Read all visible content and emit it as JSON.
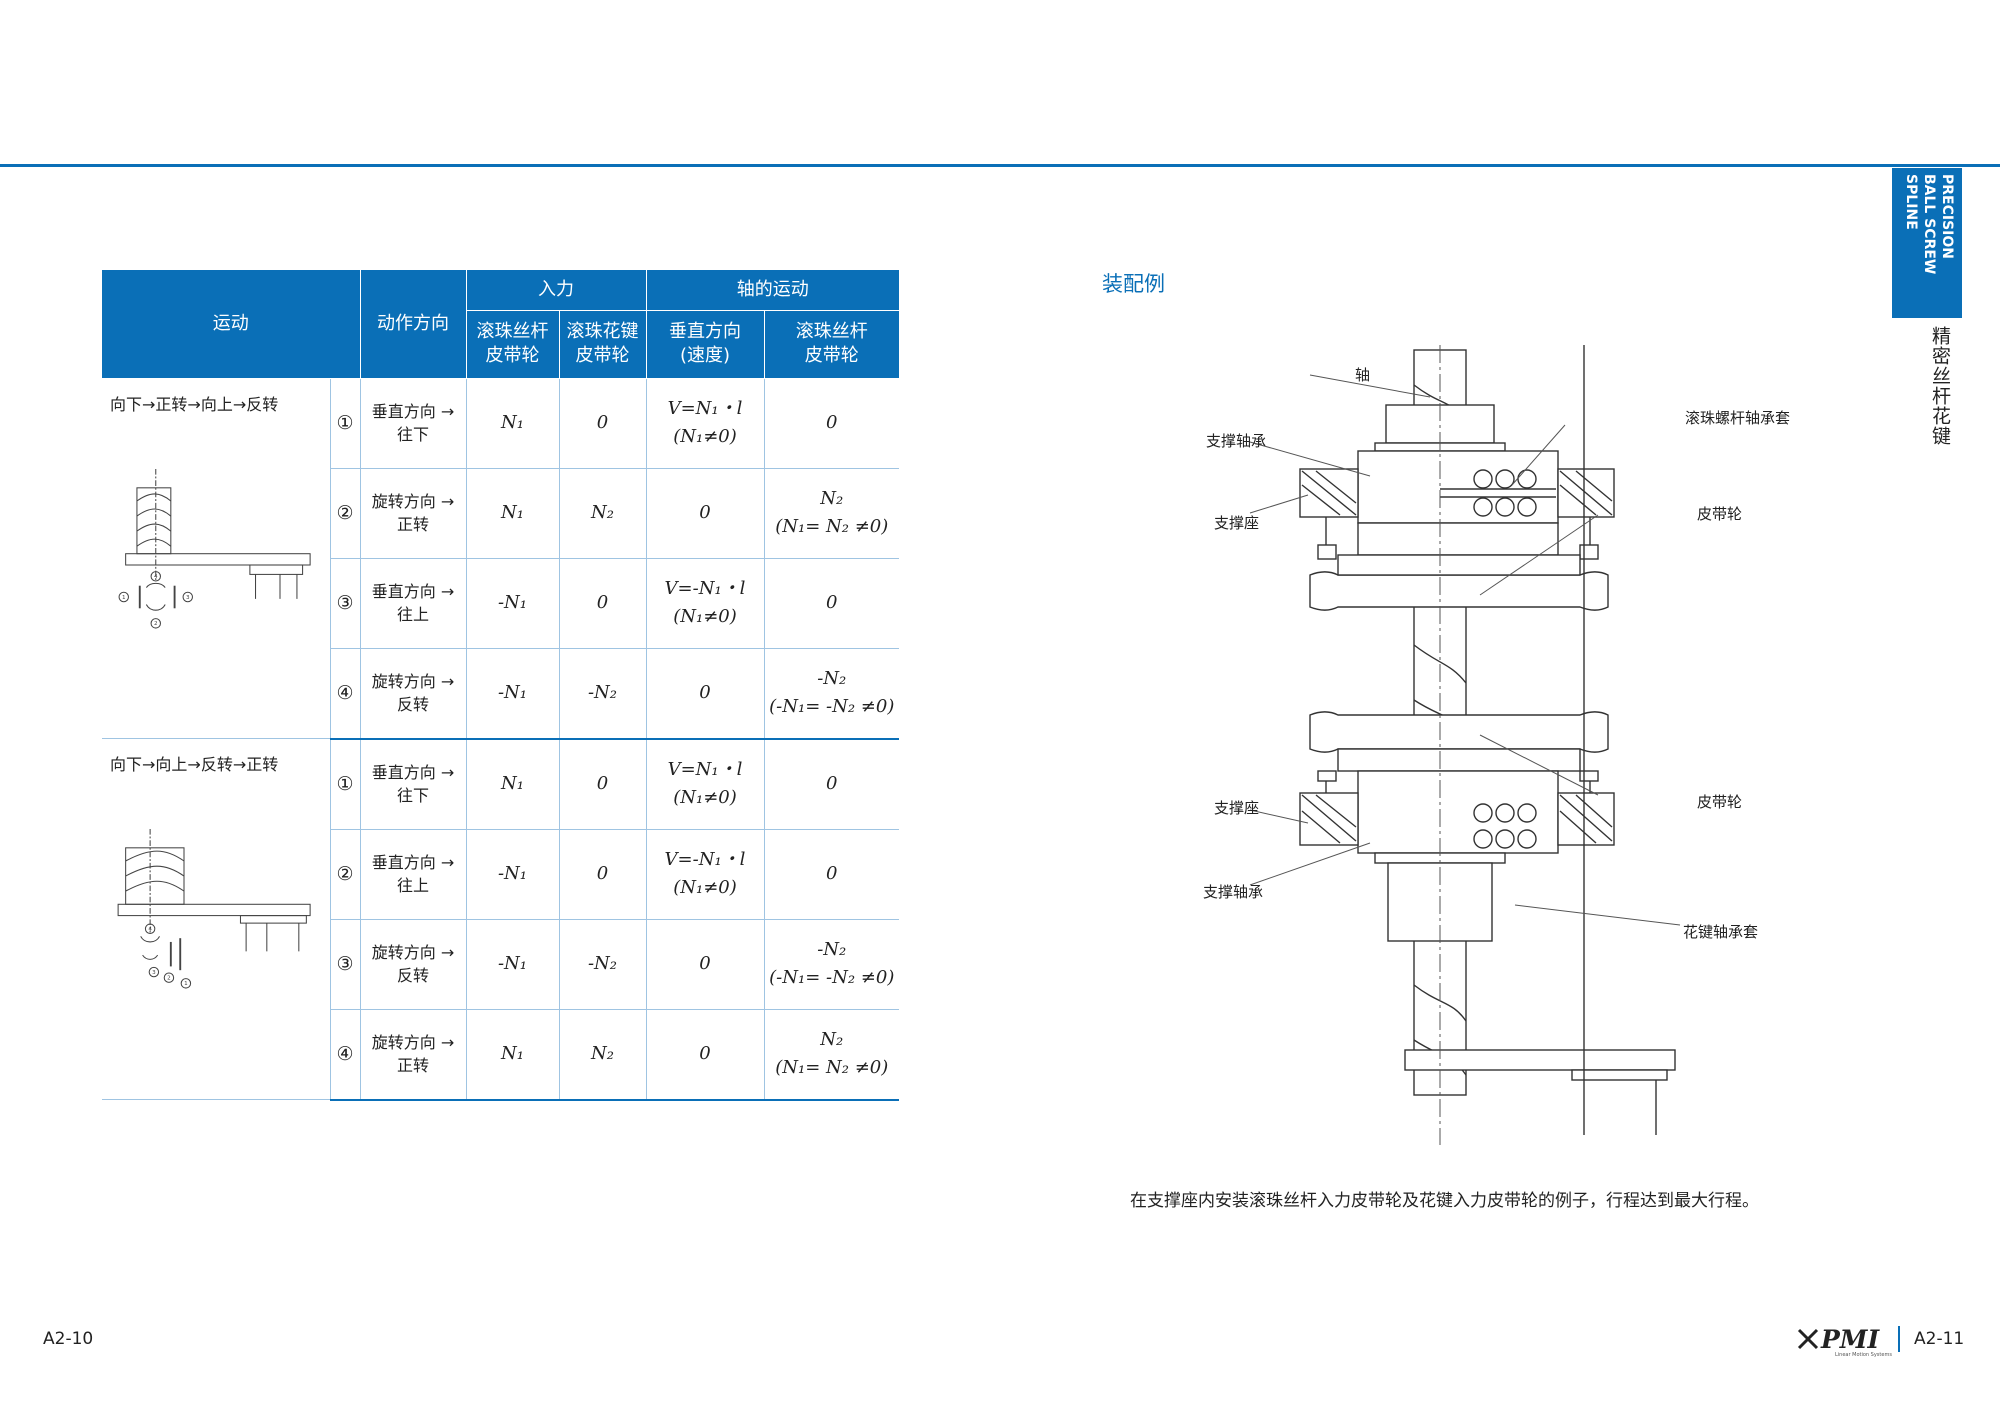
{
  "table": {
    "headers": {
      "motion": "运动",
      "direction": "动作方向",
      "input": "入力",
      "shaft": "轴的运动",
      "screw_pulley": [
        "滚珠丝杆",
        "皮带轮"
      ],
      "spline_pulley": [
        "滚珠花键",
        "皮带轮"
      ],
      "vertical": [
        "垂直方向",
        "(速度)"
      ],
      "screw_pulley2": [
        "滚珠丝杆",
        "皮带轮"
      ]
    },
    "groups": [
      {
        "motion": "向下→正转→向上→反转",
        "rows": [
          {
            "no": "①",
            "dir": [
              "垂直方向 →",
              "往下"
            ],
            "in1": "N₁",
            "in2": "0",
            "vert": [
              "V=N₁・l",
              "(N₁≠0)"
            ],
            "rot": [
              "0"
            ]
          },
          {
            "no": "②",
            "dir": [
              "旋转方向 →",
              "正转"
            ],
            "in1": "N₁",
            "in2": "N₂",
            "vert": [
              "0"
            ],
            "rot": [
              "N₂",
              "(N₁= N₂ ≠0)"
            ]
          },
          {
            "no": "③",
            "dir": [
              "垂直方向 →",
              "往上"
            ],
            "in1": "-N₁",
            "in2": "0",
            "vert": [
              "V=-N₁・l",
              "(N₁≠0)"
            ],
            "rot": [
              "0"
            ]
          },
          {
            "no": "④",
            "dir": [
              "旋转方向 →",
              "反转"
            ],
            "in1": "-N₁",
            "in2": "-N₂",
            "vert": [
              "0"
            ],
            "rot": [
              "-N₂",
              "(-N₁= -N₂ ≠0)"
            ]
          }
        ]
      },
      {
        "motion": "向下→向上→反转→正转",
        "rows": [
          {
            "no": "①",
            "dir": [
              "垂直方向 →",
              "往下"
            ],
            "in1": "N₁",
            "in2": "0",
            "vert": [
              "V=N₁・l",
              "(N₁≠0)"
            ],
            "rot": [
              "0"
            ]
          },
          {
            "no": "②",
            "dir": [
              "垂直方向 →",
              "往上"
            ],
            "in1": "-N₁",
            "in2": "0",
            "vert": [
              "V=-N₁・l",
              "(N₁≠0)"
            ],
            "rot": [
              "0"
            ]
          },
          {
            "no": "③",
            "dir": [
              "旋转方向 →",
              "反转"
            ],
            "in1": "-N₁",
            "in2": "-N₂",
            "vert": [
              "0"
            ],
            "rot": [
              "-N₂",
              "(-N₁= -N₂ ≠0)"
            ]
          },
          {
            "no": "④",
            "dir": [
              "旋转方向 →",
              "正转"
            ],
            "in1": "N₁",
            "in2": "N₂",
            "vert": [
              "0"
            ],
            "rot": [
              "N₂",
              "(N₁= N₂ ≠0)"
            ]
          }
        ]
      }
    ]
  },
  "diagram_marks": {
    "c1": "1",
    "c2": "2",
    "c3": "3",
    "c4": "4"
  },
  "section_title": "装配例",
  "labels": {
    "shaft": "轴",
    "support_bearing": "支撑轴承",
    "support_seat": "支撑座",
    "screw_housing": "滚珠螺杆轴承套",
    "pulley": "皮带轮",
    "spline_housing": "花键轴承套"
  },
  "caption": "在支撑座内安装滚珠丝杆入力皮带轮及花键入力皮带轮的例子，行程达到最大行程。",
  "side_tab": {
    "en": [
      "PRECISION",
      "BALL SCREW SPLINE"
    ],
    "cn": "精密丝杆花键"
  },
  "page_left": "A2-10",
  "page_right": "A2-11",
  "brand": {
    "name": "PMI",
    "tagline": "Linear Motion Systems"
  },
  "colors": {
    "accent": "#0a6fb7"
  }
}
